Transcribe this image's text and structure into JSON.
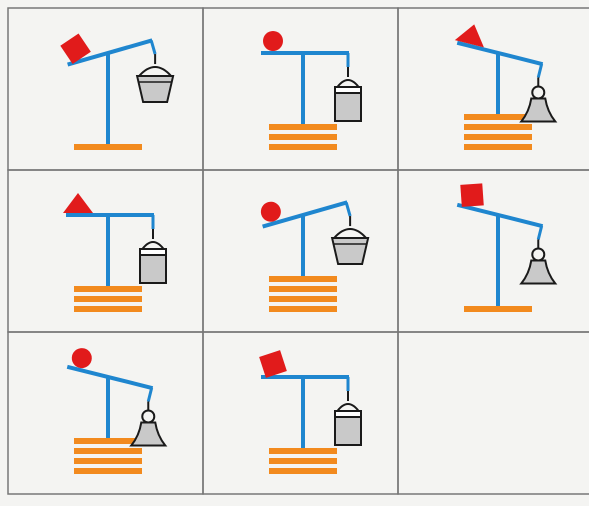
{
  "colors": {
    "paper": "#f4f4f2",
    "grid": "#777777",
    "pole": "#1f86cf",
    "base": "#f28a1e",
    "weight": "#e11b1b",
    "bucket_fill": "#c9c9c9",
    "bucket_stroke": "#1a1a1a"
  },
  "grid": {
    "rows": 3,
    "cols": 3
  },
  "cells": [
    {
      "row": 0,
      "col": 0,
      "shape": "square",
      "bucket": "bucket",
      "tilt": "right-up",
      "base_bars": 1
    },
    {
      "row": 0,
      "col": 1,
      "shape": "circle",
      "bucket": "canister",
      "tilt": "level",
      "base_bars": 3
    },
    {
      "row": 0,
      "col": 2,
      "shape": "triangle",
      "bucket": "bell",
      "tilt": "left-up",
      "base_bars": 4
    },
    {
      "row": 1,
      "col": 0,
      "shape": "triangle",
      "bucket": "canister",
      "tilt": "level",
      "base_bars": 3
    },
    {
      "row": 1,
      "col": 1,
      "shape": "circle",
      "bucket": "bucket",
      "tilt": "right-up",
      "base_bars": 4
    },
    {
      "row": 1,
      "col": 2,
      "shape": "square",
      "bucket": "bell",
      "tilt": "left-up",
      "base_bars": 1
    },
    {
      "row": 2,
      "col": 0,
      "shape": "circle",
      "bucket": "bell",
      "tilt": "left-up",
      "base_bars": 4
    },
    {
      "row": 2,
      "col": 1,
      "shape": "square",
      "bucket": "canister",
      "tilt": "level",
      "base_bars": 3
    },
    {
      "row": 2,
      "col": 2,
      "shape": "empty",
      "bucket": "none",
      "tilt": "none",
      "base_bars": 0
    }
  ]
}
